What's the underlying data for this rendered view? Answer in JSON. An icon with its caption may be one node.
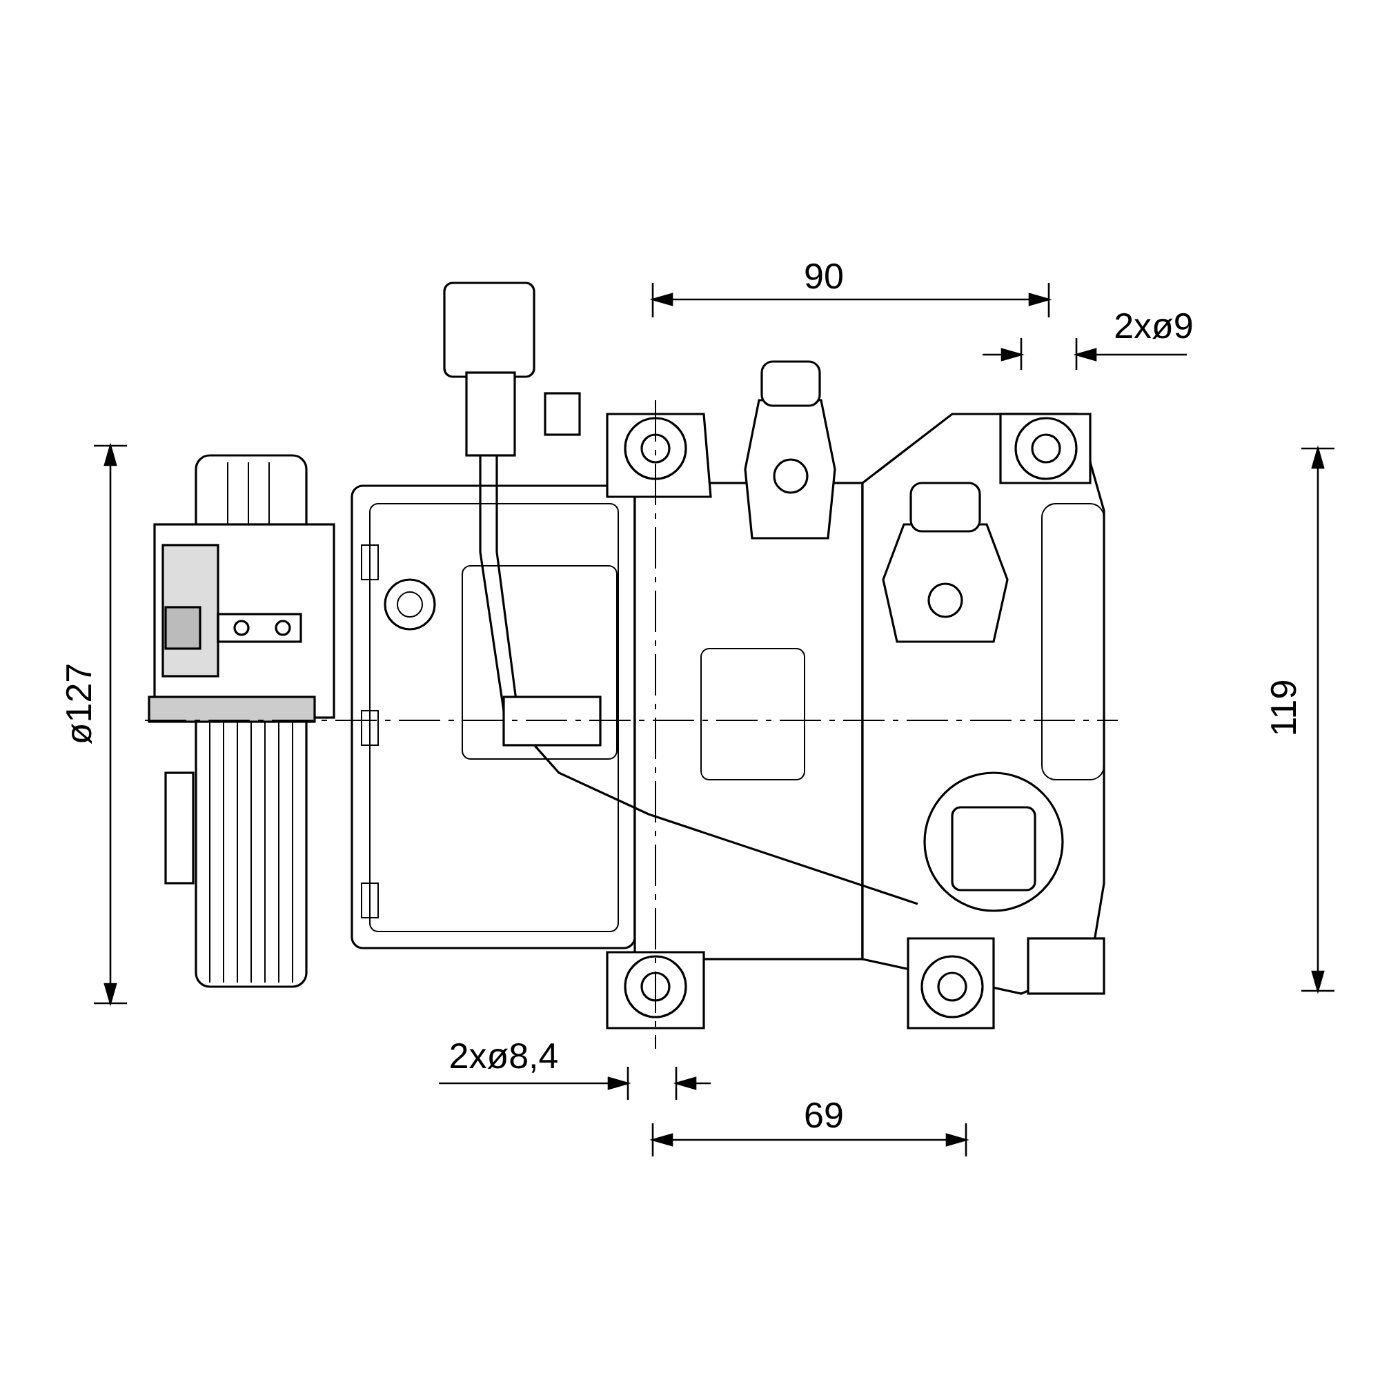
{
  "diagram": {
    "labels": [
      "90",
      "2xø9",
      "ø127",
      "119",
      "2xø8,4",
      "69"
    ]
  }
}
